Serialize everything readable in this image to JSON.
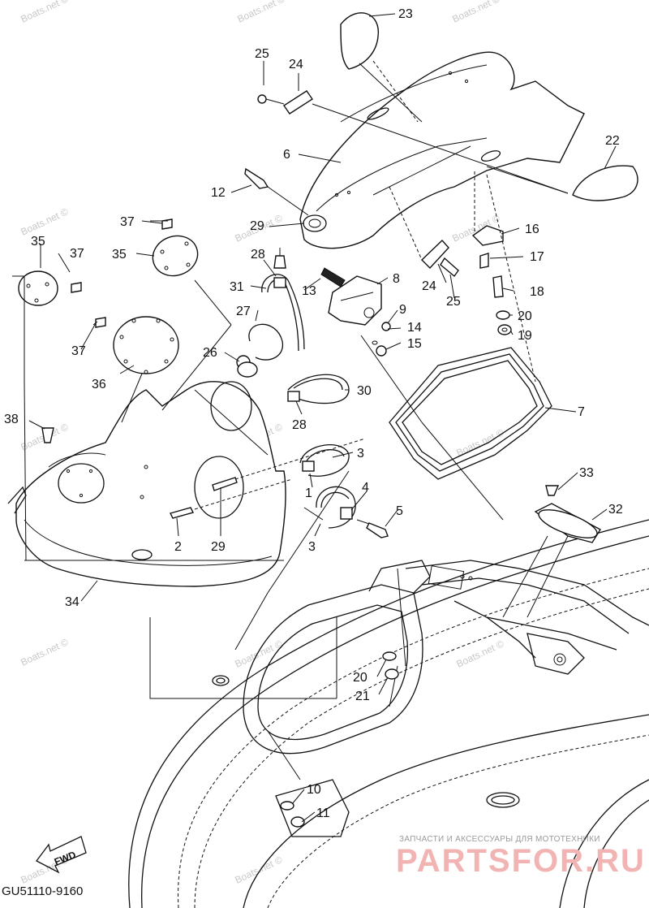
{
  "watermark": "Boats.net ©",
  "callouts": {
    "c1": "1",
    "c2": "2",
    "c3a": "3",
    "c3b": "3",
    "c4": "4",
    "c5": "5",
    "c6": "6",
    "c7": "7",
    "c8": "8",
    "c9": "9",
    "c10": "10",
    "c11": "11",
    "c12": "12",
    "c13": "13",
    "c14": "14",
    "c15": "15",
    "c16": "16",
    "c17": "17",
    "c18": "18",
    "c19": "19",
    "c20a": "20",
    "c20b": "20",
    "c21": "21",
    "c22": "22",
    "c23": "23",
    "c24a": "24",
    "c24b": "24",
    "c25a": "25",
    "c25b": "25",
    "c26": "26",
    "c27": "27",
    "c28a": "28",
    "c28b": "28",
    "c29a": "29",
    "c29b": "29",
    "c30": "30",
    "c31": "31",
    "c32": "32",
    "c33": "33",
    "c34": "34",
    "c35a": "35",
    "c35b": "35",
    "c36": "36",
    "c37a": "37",
    "c37b": "37",
    "c37c": "37",
    "c38": "38"
  },
  "fwd_label": "FWD",
  "diagram_code": "GU51110-9160",
  "brand": {
    "tagline": "ЗАПЧАСТИ И АКСЕССУАРЫ ДЛЯ МОТОТЕХНИКИ",
    "logo": "PARTSFOR.RU"
  }
}
